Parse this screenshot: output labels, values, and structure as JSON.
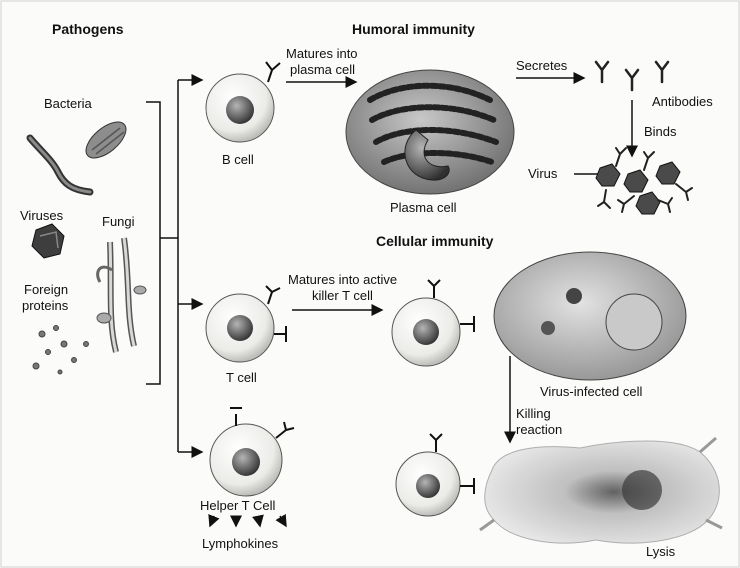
{
  "headings": {
    "pathogens": "Pathogens",
    "humoral": "Humoral immunity",
    "cellular": "Cellular immunity"
  },
  "pathogens": {
    "bacteria": "Bacteria",
    "viruses": "Viruses",
    "fungi": "Fungi",
    "foreign_proteins_1": "Foreign",
    "foreign_proteins_2": "proteins"
  },
  "humoral": {
    "b_cell": "B cell",
    "matures_1": "Matures into",
    "matures_2": "plasma cell",
    "plasma_cell": "Plasma cell",
    "secretes": "Secretes",
    "antibodies": "Antibodies",
    "binds": "Binds",
    "virus": "Virus"
  },
  "cellular": {
    "t_cell": "T cell",
    "matures_1": "Matures into active",
    "matures_2": "killer T cell",
    "infected": "Virus-infected cell",
    "killing_1": "Killing",
    "killing_2": "reaction",
    "lysis": "Lysis",
    "helper": "Helper T Cell",
    "lymphokines": "Lymphokines"
  },
  "colors": {
    "ink": "#111111",
    "cell_fill": "#eeeeec",
    "nucleus": "#555555",
    "plasma_body": "#7a7a7a",
    "infected_body": "#9a9a9a"
  }
}
